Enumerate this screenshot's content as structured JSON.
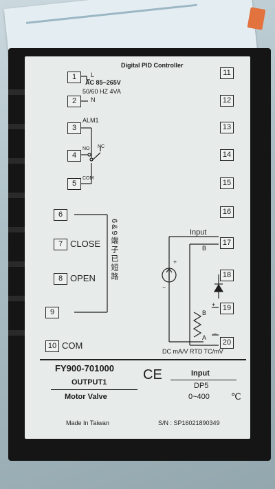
{
  "label": {
    "title": "Digital PID Controller",
    "power": {
      "l": "L",
      "n": "N",
      "ac": "AC 85~265V",
      "hz": "50/60 HZ  4VA"
    },
    "alarm": {
      "name": "ALM1",
      "no": "NO",
      "nc": "NC",
      "com": "COM"
    },
    "terminals": [
      "1",
      "2",
      "3",
      "4",
      "5",
      "6",
      "7",
      "8",
      "9",
      "10",
      "11",
      "12",
      "13",
      "14",
      "15",
      "16",
      "17",
      "18",
      "19",
      "20"
    ],
    "output_labels": {
      "close": "CLOSE",
      "open": "OPEN",
      "com": "COM"
    },
    "short_note": "6&9端子已短路",
    "input": {
      "title": "Input",
      "b_top": "B",
      "b_mid": "B",
      "a": "A",
      "plus": "+",
      "minus": "−",
      "plus_small": "+",
      "minus_small": "−",
      "types": "DC mA/V RTD TC/mV"
    },
    "model": "FY900-701000",
    "output_name": "OUTPUT1",
    "output_type": "Motor Valve",
    "ce": "CE",
    "input_spec": {
      "title": "Input",
      "dp": "DP5",
      "range": "0~400",
      "unit": "℃"
    },
    "origin": "Made In Taiwan",
    "serial": "S/N : SP16021890349"
  }
}
